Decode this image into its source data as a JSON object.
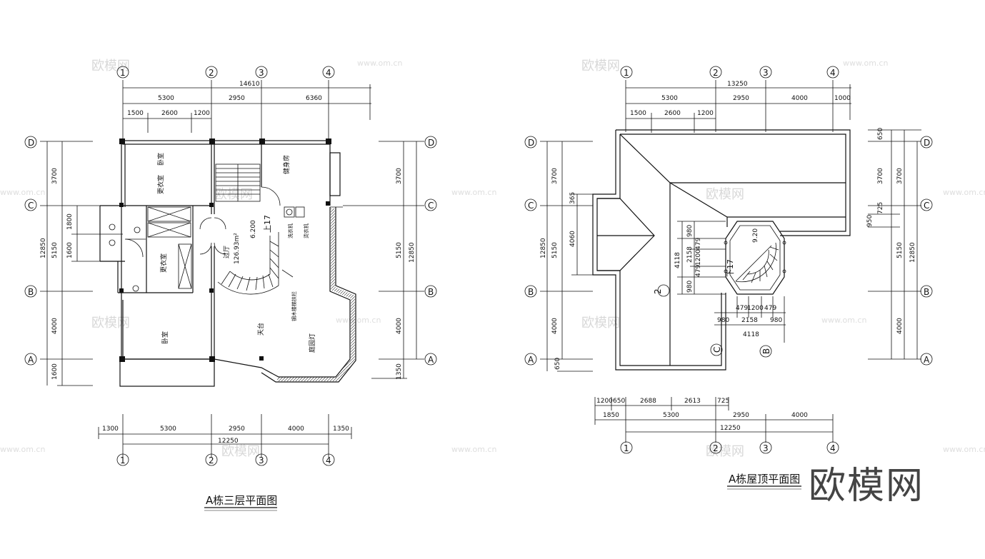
{
  "watermark": {
    "text": "欧模网",
    "url": "www.om.cn"
  },
  "brand_logo": "欧模网",
  "plans": {
    "third_floor": {
      "title": "A栋三层平面图",
      "axes_x": [
        "1",
        "2",
        "3",
        "4"
      ],
      "axes_y": [
        "A",
        "B",
        "C",
        "D"
      ],
      "top_total": "14610",
      "top_spans": [
        "5300",
        "2950",
        "6360"
      ],
      "top_sub": [
        "1500",
        "2600",
        "1200"
      ],
      "bottom_spans": [
        "1300",
        "5300",
        "2950",
        "4000",
        "1350"
      ],
      "bottom_total": "12250",
      "left_total": "12850",
      "left_spans": [
        "3700",
        "5150",
        "4000",
        "1600"
      ],
      "left_sub": [
        "1800",
        "1600"
      ],
      "right_total": "12850",
      "right_spans": [
        "3700",
        "5150",
        "4000",
        "1350"
      ],
      "rooms": {
        "bedroom_top": "卧室",
        "dressing_top": "更衣室",
        "gym": "健身房",
        "stair_label": "上17",
        "elevation": "6.200",
        "hall": "过厅",
        "hall_area": "126.93m²",
        "washer": "洗衣机",
        "ironing": "烫衣机",
        "dressing_mid": "更衣室",
        "railing": "钢木楼梯扶栏",
        "terrace": "天台",
        "garden_light": "庭园灯",
        "bedroom_bottom": "卧室"
      }
    },
    "roof": {
      "title": "A栋屋顶平面图",
      "axes_x": [
        "1",
        "2",
        "3",
        "4"
      ],
      "axes_y": [
        "A",
        "B",
        "C",
        "D"
      ],
      "top_total": "13250",
      "top_spans": [
        "5300",
        "2950",
        "4000",
        "1000"
      ],
      "top_sub": [
        "1500",
        "2600",
        "1200"
      ],
      "bottom_row1": [
        "1200",
        "650",
        "2688",
        "2613",
        "725"
      ],
      "bottom_row2": [
        "1850",
        "5300",
        "2950",
        "4000"
      ],
      "bottom_total": "12250",
      "left_total": "12850",
      "left_spans": [
        "3700",
        "5150",
        "4000"
      ],
      "left_extra": [
        "365",
        "4060",
        "650"
      ],
      "right_total": "12850",
      "right_spans": [
        "650",
        "3700",
        "5150",
        "4000"
      ],
      "right_extra": [
        "950",
        "725"
      ],
      "stair_label": "下17",
      "stair_elev": "9.20",
      "tower_dims_v": [
        "980",
        "2158",
        "479",
        "1200",
        "479",
        "980"
      ],
      "tower_total_v": "4118",
      "tower_dims_h": [
        "980",
        "479",
        "1200",
        "479",
        "2158",
        "980"
      ],
      "tower_total_h": "4118",
      "local_axes": [
        "2",
        "C",
        "B"
      ]
    }
  }
}
